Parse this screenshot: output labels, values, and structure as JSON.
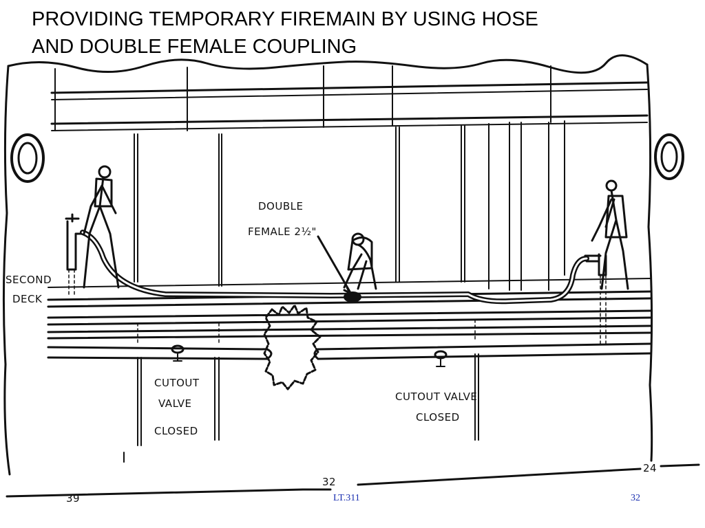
{
  "slide": {
    "title_lines": [
      "PROVIDING TEMPORARY FIREMAIN BY USING HOSE",
      "AND DOUBLE FEMALE COUPLING"
    ],
    "footer_left": "LT.311",
    "footer_right": "32"
  },
  "diagram": {
    "labels": {
      "coupling_1": "DOUBLE",
      "coupling_2": "FEMALE 2½\"",
      "deck_1": "SECOND",
      "deck_2": "DECK",
      "valve_left_1": "CUTOUT",
      "valve_left_2": "VALVE",
      "valve_left_3": "CLOSED",
      "valve_right_1": "CUTOUT VALVE",
      "valve_right_2": "CLOSED"
    },
    "frames": {
      "left": "39",
      "middle": "32",
      "right": "24"
    }
  },
  "colors": {
    "ink": "#111111",
    "footer": "#1a2fb0"
  }
}
